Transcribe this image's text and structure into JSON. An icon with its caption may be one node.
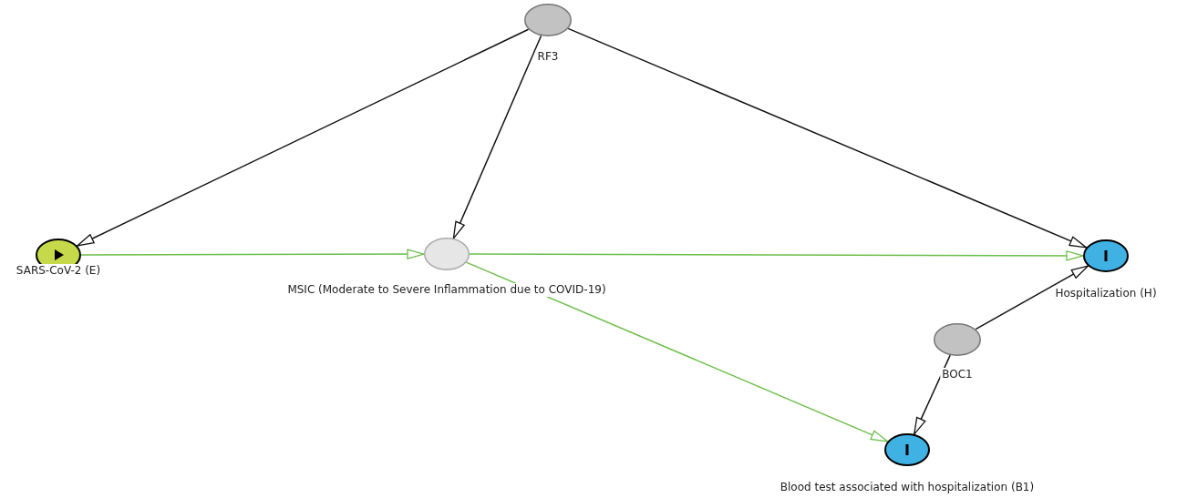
{
  "diagram": {
    "nodes": [
      {
        "text": [
          "RF3"
        ]
      },
      {
        "text": [
          "SARS-CoV-2 (E)"
        ]
      },
      {
        "text": [
          "MSIC (Moderate to Severe Inflammation due to COVID-19)"
        ]
      },
      {
        "text": [
          "Hospitalization (H)"
        ]
      },
      {
        "text": [
          "BOC1"
        ]
      },
      {
        "text": [
          "Blood test associated with hospitalization (B1)"
        ]
      }
    ],
    "edges": [
      {
        "from": 0,
        "to": 1,
        "arrow": "to"
      },
      {
        "from": 0,
        "to": 2,
        "arrow": "to"
      },
      {
        "from": 0,
        "to": 3,
        "arrow": "to"
      },
      {
        "from": 1,
        "to": 2,
        "arrow": "to",
        "color": "#6cbf4a"
      },
      {
        "from": 2,
        "to": 3,
        "arrow": "to",
        "color": "#6cbf4a"
      },
      {
        "from": 2,
        "to": 5,
        "arrow": "to",
        "color": "#6cbf4a"
      },
      {
        "from": 4,
        "to": 3,
        "arrow": "to"
      },
      {
        "from": 4,
        "to": 5,
        "arrow": "to"
      }
    ]
  }
}
